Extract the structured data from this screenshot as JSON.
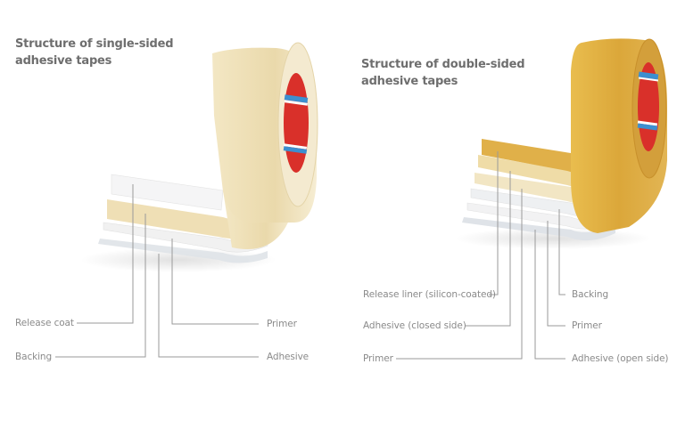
{
  "single_sided": {
    "title_line1": "Structure of single-sided",
    "title_line2": "adhesive tapes",
    "tape_color": "#ecdcb0",
    "labels": {
      "release_coat": "Release coat",
      "backing": "Backing",
      "primer": "Primer",
      "adhesive": "Adhesive"
    }
  },
  "double_sided": {
    "title_line1": "Structure of double-sided",
    "title_line2": "adhesive tapes",
    "tape_color": "#dca93a",
    "labels": {
      "release_liner": "Release liner (silicon-coated)",
      "adhesive_closed": "Adhesive (closed side)",
      "primer_left": "Primer",
      "backing": "Backing",
      "primer_right": "Primer",
      "adhesive_open": "Adhesive (open side)"
    }
  },
  "colors": {
    "text": "#8a8a8a",
    "title": "#6e6e6e",
    "leader_line": "#9a9a9a",
    "core_red": "#d9302a",
    "core_blue": "#3d8fd0"
  }
}
